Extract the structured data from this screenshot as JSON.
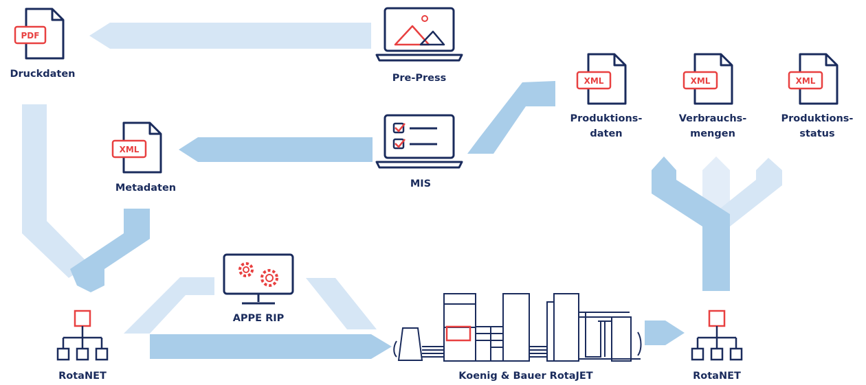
{
  "nodes": {
    "druckdaten": {
      "label": "Druckdaten",
      "tag": "PDF"
    },
    "prepress": {
      "label": "Pre-Press"
    },
    "metadaten": {
      "label": "Metadaten",
      "tag": "XML"
    },
    "mis": {
      "label": "MIS"
    },
    "produktionsdaten": {
      "label_line1": "Produktions-",
      "label_line2": "daten",
      "tag": "XML"
    },
    "verbrauchsmengen": {
      "label_line1": "Verbrauchs-",
      "label_line2": "mengen",
      "tag": "XML"
    },
    "produktionsstatus": {
      "label_line1": "Produktions-",
      "label_line2": "status",
      "tag": "XML"
    },
    "appe_rip": {
      "label": "APPE RIP"
    },
    "rotanet_left": {
      "label": "RotaNET"
    },
    "rotajet": {
      "label": "Koenig & Bauer RotaJET"
    },
    "rotanet_right": {
      "label": "RotaNET"
    }
  },
  "colors": {
    "navy": "#1a2b5c",
    "red": "#e84040",
    "arrow_light": "#d6e6f5",
    "arrow_mid": "#a9cde9",
    "arrow_pale": "#e3edf8"
  }
}
